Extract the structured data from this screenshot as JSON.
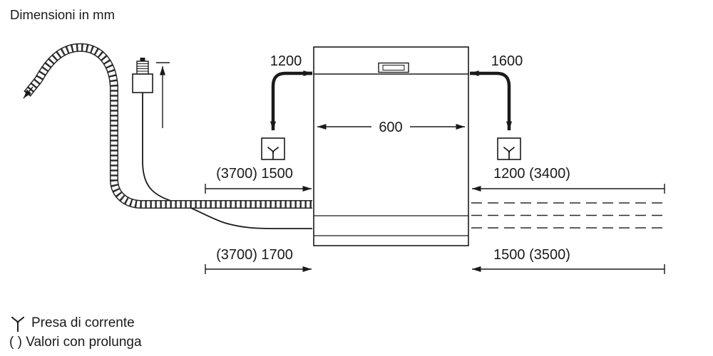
{
  "title": "Dimensioni in mm",
  "dimensions": {
    "cord_left": "1200",
    "cord_right": "1600",
    "appliance_width": "600",
    "mid_left": "(3700) 1500",
    "mid_right": "1200 (3400)",
    "bottom_left": "(3700) 1700",
    "bottom_right": "1500 (3500)"
  },
  "legend": {
    "outlet_label": "Presa di corrente",
    "parentheses_label": "( ) Valori con prolunga"
  },
  "icons": {
    "power_outlet": "power-outlet-icon"
  },
  "colors": {
    "ink": "#1a1a1a",
    "background": "#ffffff"
  }
}
